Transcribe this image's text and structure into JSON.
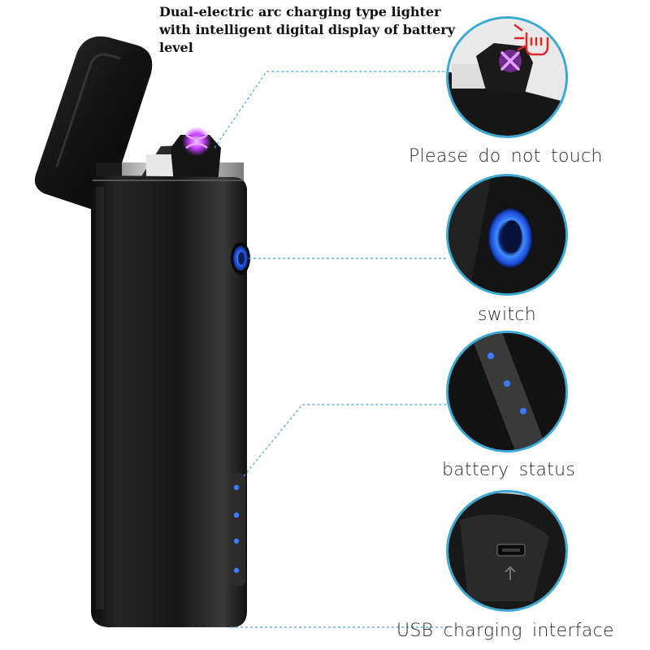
{
  "product": {
    "title_lines": [
      "Dual-electric arc charging type lighter",
      "with intelligent digital display of battery",
      "level"
    ]
  },
  "callouts": [
    {
      "caption": "Please do not touch",
      "icon": "arc-electrode-icon"
    },
    {
      "caption": "switch",
      "icon": "power-button-icon"
    },
    {
      "caption": "battery status",
      "icon": "battery-led-icon"
    },
    {
      "caption": "USB charging interface",
      "icon": "usb-port-icon"
    }
  ],
  "colors": {
    "accent_line": "#39a9d6",
    "lighter_body": "#161616",
    "led_blue": "#2f6bff",
    "arc_purple": "#c23cff",
    "warning_red": "#e32626"
  }
}
